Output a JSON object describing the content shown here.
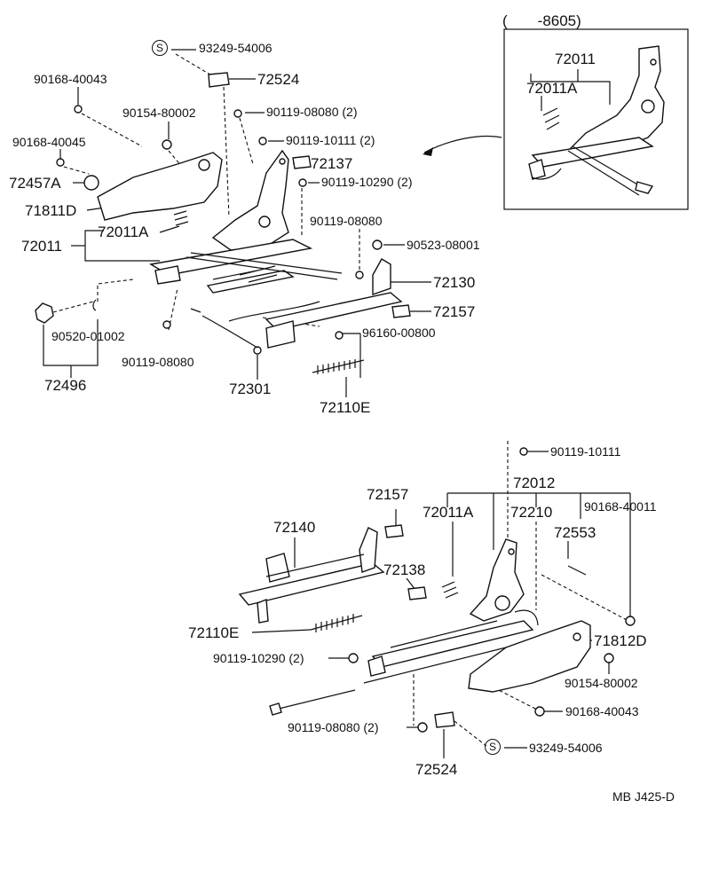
{
  "diagram": {
    "inset_note": "(　　-8605)",
    "code": "MB J425-D",
    "s_symbol": "S",
    "labels": {
      "t_93249_54006": "93249-54006",
      "t_72524": "72524",
      "t_90168_40043": "90168-40043",
      "t_90154_80002": "90154-80002",
      "t_90119_08080_2": "90119-08080 (2)",
      "t_90168_40045": "90168-40045",
      "t_90119_10111_2": "90119-10111 (2)",
      "t_72137": "72137",
      "t_72457A": "72457A",
      "t_90119_10290_2": "90119-10290 (2)",
      "t_71811D": "71811D",
      "t_72011A": "72011A",
      "t_72011": "72011",
      "t_90119_08080": "90119-08080",
      "t_90523_08001": "90523-08001",
      "t_72130": "72130",
      "t_72157": "72157",
      "t_90520_01002": "90520-01002",
      "t_96160_00800": "96160-00800",
      "t_90119_08080_b": "90119-08080",
      "t_72496": "72496",
      "t_72301": "72301",
      "t_72110E": "72110E",
      "i_72011": "72011",
      "i_72011A": "72011A",
      "b_90119_10111": "90119-10111",
      "b_72012": "72012",
      "b_72157": "72157",
      "b_72011A": "72011A",
      "b_72210": "72210",
      "b_90168_40011": "90168-40011",
      "b_72140": "72140",
      "b_72553": "72553",
      "b_72138": "72138",
      "b_72110E": "72110E",
      "b_71812D": "71812D",
      "b_90119_10290_2": "90119-10290 (2)",
      "b_90154_80002": "90154-80002",
      "b_90168_40043": "90168-40043",
      "b_90119_08080_2": "90119-08080 (2)",
      "b_93249_54006": "93249-54006",
      "b_72524": "72524"
    }
  }
}
